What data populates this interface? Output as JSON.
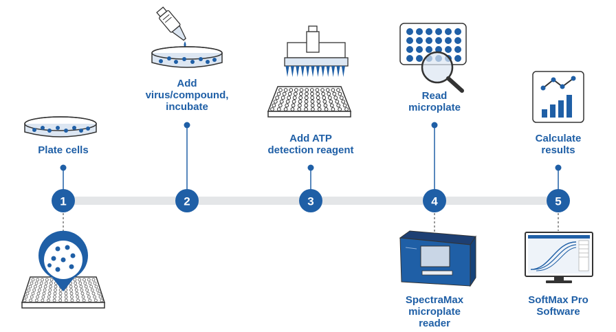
{
  "steps": [
    {
      "number": "1",
      "label": "Plate cells",
      "icon": "petri-dish-icon",
      "detail_icon": "cell-plate-pin-icon"
    },
    {
      "number": "2",
      "label": "Add\nvirus/compound,\nincubate",
      "icon": "pipette-dish-icon"
    },
    {
      "number": "3",
      "label": "Add ATP\ndetection reagent",
      "icon": "multichannel-pipette-plate-icon"
    },
    {
      "number": "4",
      "label": "Read\nmicroplate",
      "icon": "microplate-magnifier-icon"
    },
    {
      "number": "5",
      "label": "Calculate\nresults",
      "icon": "chart-results-icon"
    }
  ],
  "instruments": [
    {
      "step": "4",
      "label": "SpectraMax\nmicroplate\nreader",
      "icon": "microplate-reader-icon"
    },
    {
      "step": "5",
      "label": "SoftMax Pro\nSoftware",
      "icon": "monitor-software-icon"
    }
  ],
  "colors": {
    "primary": "#1f5fa6",
    "track": "#e4e6e8",
    "outline": "#333333"
  }
}
